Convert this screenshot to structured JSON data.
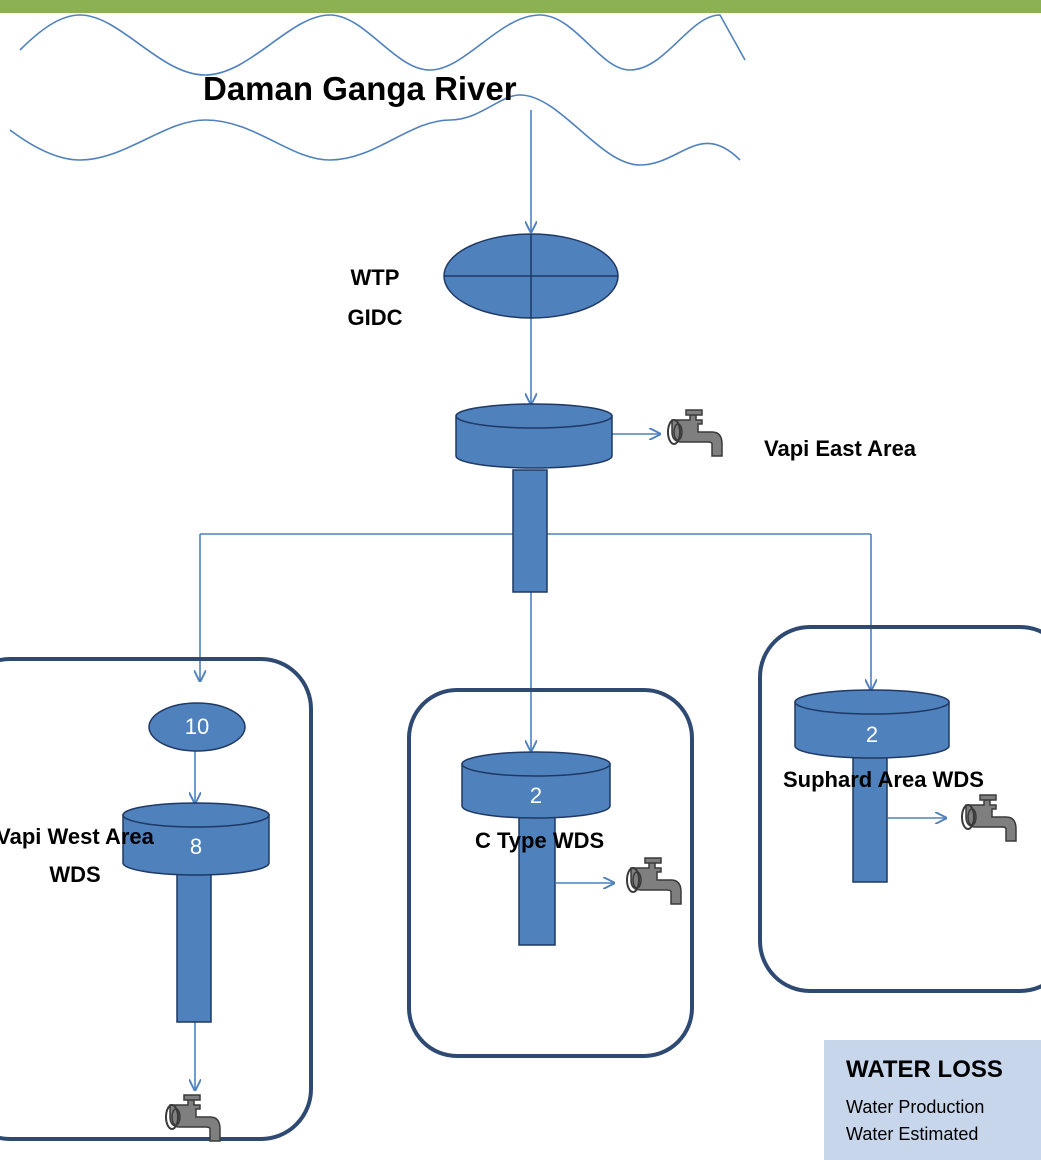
{
  "river": {
    "name": "Daman Ganga River"
  },
  "wtp": {
    "line1": "WTP",
    "line2": "GIDC"
  },
  "areas": {
    "vapi_east": "Vapi East Area",
    "vapi_west_line1": "Vapi West Area",
    "vapi_west_line2": "WDS",
    "c_type": "C Type WDS",
    "suphard": "Suphard Area WDS"
  },
  "values": {
    "vapi_west_sump": "10",
    "vapi_west_tank": "8",
    "c_type_tank": "2",
    "suphard_tank": "2"
  },
  "legend": {
    "title": "WATER LOSS",
    "line1": "Water Production",
    "line2": "Water Estimated"
  },
  "colors": {
    "tank_fill": "#4f81bd",
    "tank_stroke": "#1f3864",
    "flow_line": "#4f81bd",
    "zone_border": "#2e4a73",
    "header_bar": "#8bb153",
    "legend_bg": "#c8d6ec",
    "tap": "#7f7f7f"
  },
  "icons": [
    "water-tap-icon",
    "arrow-icon"
  ]
}
